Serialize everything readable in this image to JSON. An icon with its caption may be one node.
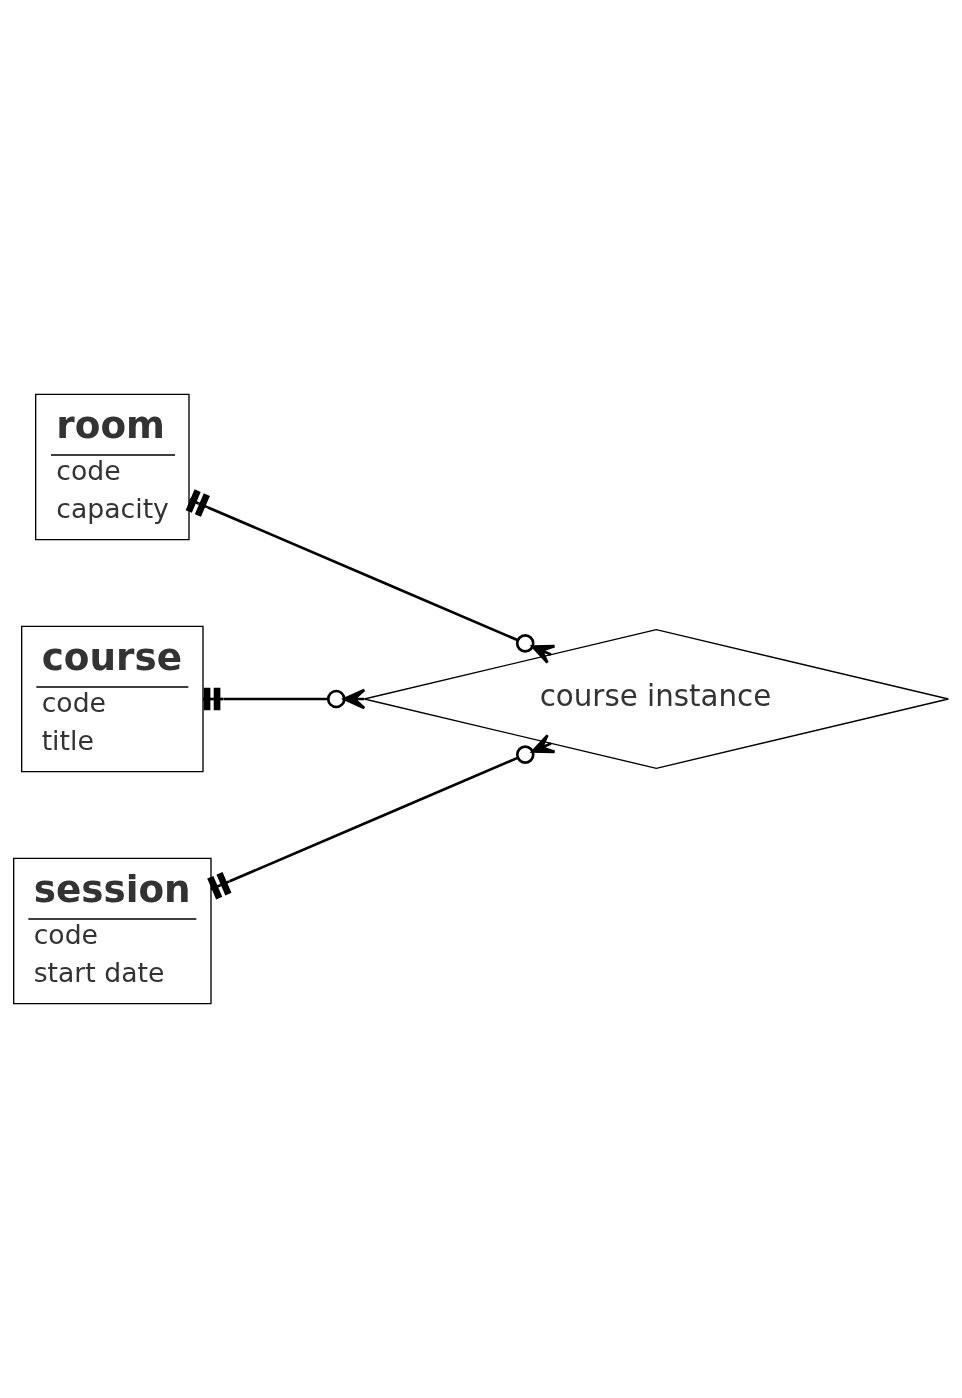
{
  "diagram": {
    "nodes": [
      {
        "text": [
          "room",
          "code",
          "capacity"
        ]
      },
      {
        "text": [
          "course",
          "code",
          "title"
        ]
      },
      {
        "text": [
          "course instance"
        ]
      },
      {
        "text": [
          "session",
          "code",
          "start date"
        ]
      }
    ],
    "edges": [
      {
        "from": 0,
        "to": 2,
        "arrow": "other"
      },
      {
        "from": 1,
        "to": 2,
        "arrow": "other"
      },
      {
        "from": 3,
        "to": 2,
        "arrow": "other"
      }
    ]
  }
}
